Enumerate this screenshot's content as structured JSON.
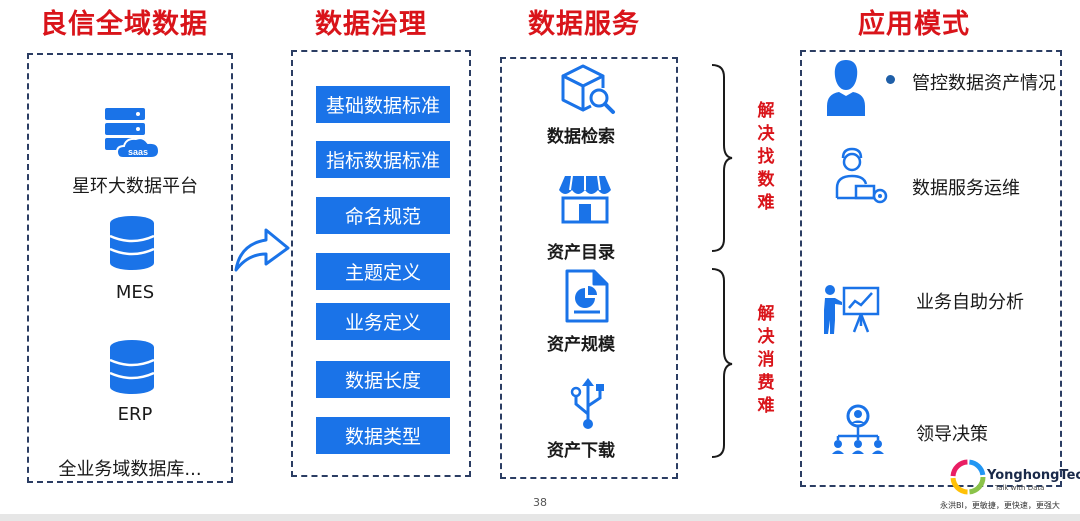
{
  "titles": {
    "source": "良信全域数据",
    "governance": "数据治理",
    "service": "数据服务",
    "application": "应用模式"
  },
  "sources": [
    {
      "label": "星环大数据平台",
      "icon": "server-saas-icon",
      "badge": "saas"
    },
    {
      "label": "MES",
      "icon": "database-icon"
    },
    {
      "label": "ERP",
      "icon": "database-icon"
    },
    {
      "label": "全业务域数据库..."
    }
  ],
  "governance": [
    "基础数据标准",
    "指标数据标准",
    "命名规范",
    "主题定义",
    "业务定义",
    "数据长度",
    "数据类型"
  ],
  "services": [
    {
      "label": "数据检索",
      "icon": "box-search-icon"
    },
    {
      "label": "资产目录",
      "icon": "storefront-icon"
    },
    {
      "label": "资产规模",
      "icon": "document-chart-icon"
    },
    {
      "label": "资产下载",
      "icon": "usb-share-icon"
    }
  ],
  "brackets": [
    "解决找数难",
    "解决消费难"
  ],
  "applications": [
    {
      "label": "管控数据资产情况",
      "icon": "user-icon"
    },
    {
      "label": "数据服务运维",
      "icon": "operator-icon"
    },
    {
      "label": "业务自助分析",
      "icon": "presenter-icon"
    },
    {
      "label": "领导决策",
      "icon": "hierarchy-icon"
    }
  ],
  "page_number": "38",
  "logo": {
    "name": "YonghongTech",
    "tagline": "Talk with Data",
    "slogan": "永洪BI，更敏捷，更快速，更强大"
  },
  "colors": {
    "title_red": "#d9141a",
    "button_blue": "#1a73e8",
    "icon_blue": "#1a73e8",
    "border_navy": "#2b3d63"
  }
}
